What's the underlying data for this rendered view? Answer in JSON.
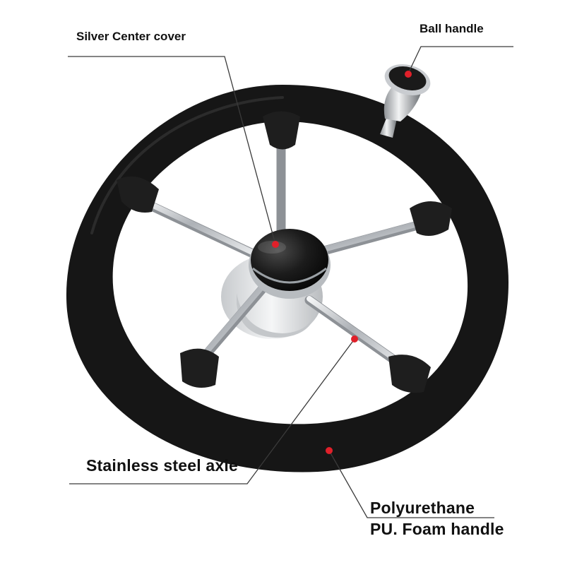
{
  "callouts": {
    "center_cover": "Silver Center cover",
    "ball_handle": "Ball handle",
    "axle": "Stainless steel axle",
    "foam_line1": "Polyurethane",
    "foam_line2": "PU. Foam handle"
  },
  "colors": {
    "rim": "#161616",
    "steel": "#c9ccd0",
    "marker": "#e0202a",
    "leader": "#3a3a3a",
    "hub_base": "#d9dce0"
  }
}
